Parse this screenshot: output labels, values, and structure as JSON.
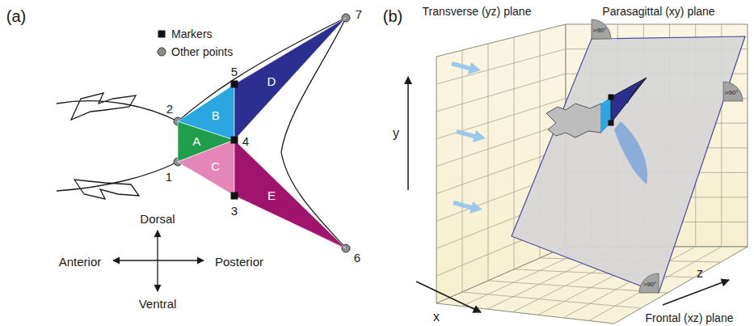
{
  "diagram": {
    "nodes": [
      {
        "text": [
          "A"
        ]
      },
      {
        "text": [
          "B"
        ]
      },
      {
        "text": [
          "C"
        ]
      },
      {
        "text": [
          "D"
        ]
      },
      {
        "text": [
          "E"
        ]
      }
    ],
    "labels": [
      "(a)",
      "1",
      "2",
      "3",
      "4",
      "5",
      "6",
      "7",
      "Dorsal",
      "Anterior",
      "Posterior",
      "Ventral",
      "(b)",
      "Transverse (yz) plane",
      "Parasagittal (xy) plane",
      "x",
      "y",
      "z",
      "Frontal (xz) plane",
      ">90°",
      ">90°",
      ">90°"
    ],
    "legend": [
      {
        "text": "Markers"
      },
      {
        "text": "Other points"
      }
    ]
  }
}
